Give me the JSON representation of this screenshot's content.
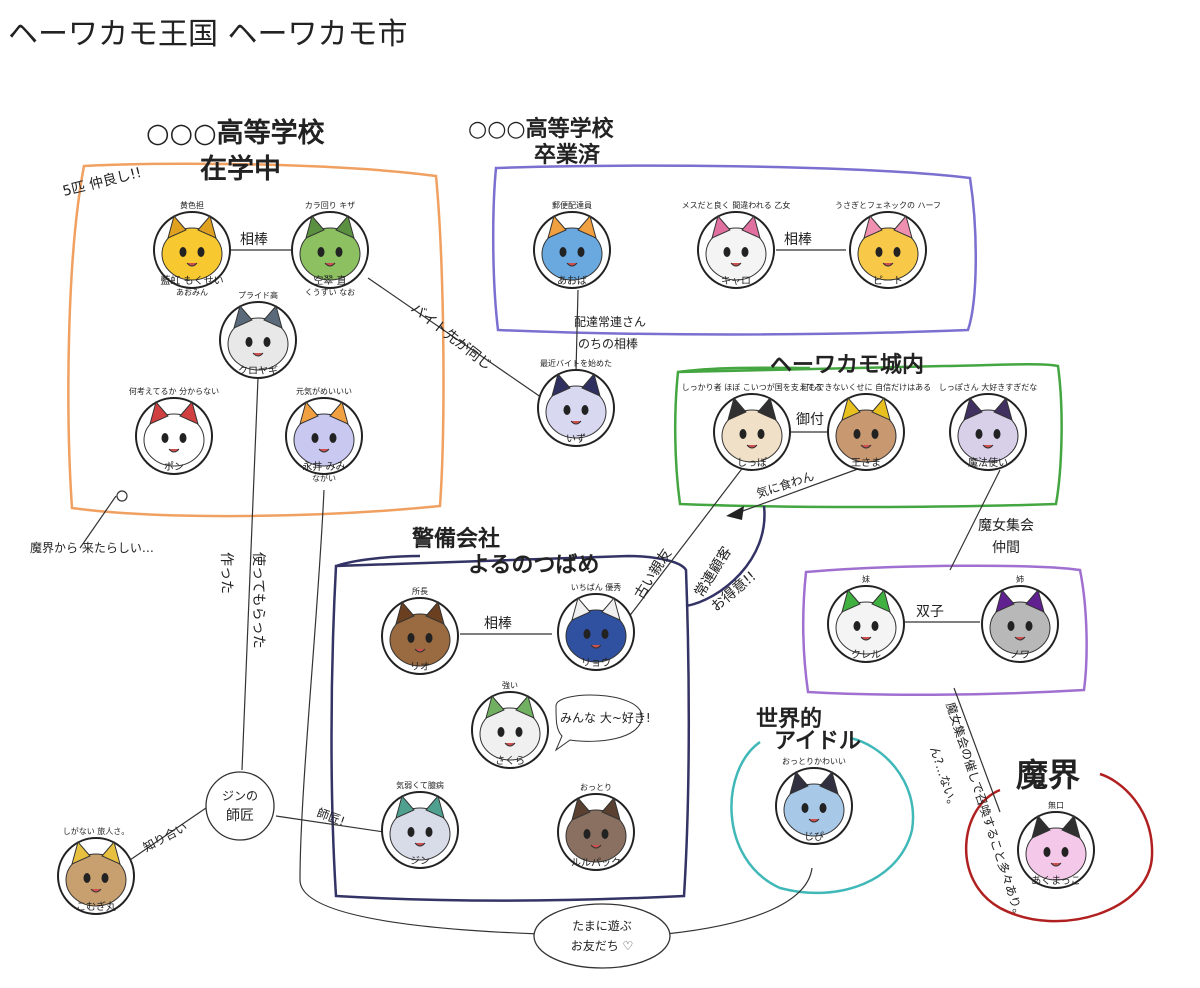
{
  "title": "ヘーワカモ王国 ヘーワカモ市",
  "groups": {
    "highschool_current": {
      "title": "○○○高等学校",
      "subtitle": "在学中",
      "color": "#f0a060"
    },
    "highschool_grad": {
      "title": "○○○高等学校",
      "subtitle": "卒業済",
      "color": "#7b6fd0"
    },
    "castle": {
      "title": "ヘーワカモ城内",
      "color": "#44a640"
    },
    "security": {
      "title": "警備会社",
      "subtitle": "よるのつばめ",
      "color": "#333366"
    },
    "witch": {
      "color": "#a070d0"
    },
    "idol": {
      "title": "世界的",
      "subtitle": "アイドル",
      "color": "#40b8b8"
    },
    "makai": {
      "title": "魔界",
      "color": "#b02020"
    }
  },
  "characters": [
    {
      "id": "aomin",
      "name": "藍虹 もくせい",
      "furigana": "あおみん",
      "note": "黄色担",
      "color": "#f8c830",
      "accent": "#e0a020"
    },
    {
      "id": "nao",
      "name": "空翠 直",
      "furigana": "くうすい なお",
      "note": "カラ回り キザ",
      "color": "#8cc060",
      "accent": "#5a9040"
    },
    {
      "id": "kuroyagi",
      "name": "クロヤギ",
      "note": "プライド高",
      "color": "#e8e8e8",
      "accent": "#5a6a7a"
    },
    {
      "id": "pon",
      "name": "ポン",
      "note": "何考えてるか 分からない",
      "color": "#ffffff",
      "accent": "#d04040"
    },
    {
      "id": "mimi",
      "name": "永井 みみ",
      "furigana": "ながい",
      "note": "元気がめいいい",
      "color": "#c8c8f0",
      "accent": "#f0a040"
    },
    {
      "id": "aoba",
      "name": "あおば",
      "note": "郵便配達員",
      "color": "#6aa8e0",
      "accent": "#f0a040"
    },
    {
      "id": "kyaro",
      "name": "キャロ",
      "note": "メスだと良く 間違われる 乙女",
      "color": "#f4f4f4",
      "accent": "#e070a0"
    },
    {
      "id": "pito",
      "name": "ピート",
      "note": "うさぎとフェネックの ハーフ",
      "color": "#f8c848",
      "accent": "#f090b0"
    },
    {
      "id": "izu",
      "name": "いず",
      "note": "最近バイトを始めた",
      "color": "#d8d8f0",
      "accent": "#303060"
    },
    {
      "id": "shippo",
      "name": "しっぽ",
      "note": "しっかり者 ほぼ こいつが国を支えてる",
      "color": "#f0e0c8",
      "accent": "#303030"
    },
    {
      "id": "king",
      "name": "王さま",
      "note": "何もできないくせに 自信だけはある",
      "color": "#c89870",
      "accent": "#e8c020"
    },
    {
      "id": "mahoutsukai",
      "name": "魔法使い",
      "note": "しっぽさん 大好きすぎだな",
      "color": "#d8d0e8",
      "accent": "#403060"
    },
    {
      "id": "rio",
      "name": "リオ",
      "note": "所長",
      "color": "#9a6a40",
      "accent": "#6a4020"
    },
    {
      "id": "ryo",
      "name": "リョウ",
      "note": "いちばん 優秀",
      "color": "#3050a0",
      "accent": "#f0f0f0"
    },
    {
      "id": "sakura",
      "name": "さくら",
      "note": "強い",
      "color": "#f0f0f0",
      "accent": "#70b060"
    },
    {
      "id": "jin",
      "name": "ジン",
      "note": "気弱くて臆病",
      "color": "#d8dce8",
      "accent": "#50a090"
    },
    {
      "id": "rurupakku",
      "name": "ルルパック",
      "note": "おっとり",
      "color": "#8a7060",
      "accent": "#5a4030"
    },
    {
      "id": "kureru",
      "name": "クレル",
      "note": "妹",
      "color": "#f4f4f4",
      "accent": "#40b040"
    },
    {
      "id": "nowa",
      "name": "ノワ",
      "note": "姉",
      "color": "#b8b8b8",
      "accent": "#602090"
    },
    {
      "id": "jipi",
      "name": "じぴ",
      "note": "おっとりかわいい",
      "color": "#a8c8e8",
      "accent": "#303040"
    },
    {
      "id": "akumakko",
      "name": "あくまっこ",
      "note": "無口",
      "color": "#f4c8e8",
      "accent": "#303030"
    },
    {
      "id": "komugimaru",
      "name": "こむぎ丸",
      "note": "しがない 旅人さ。",
      "color": "#c8a070",
      "accent": "#e8c040"
    }
  ],
  "relations": {
    "aibou1": "相棒",
    "aibou2": "相棒",
    "aibou3": "相棒",
    "baito": "バイト先が同じ",
    "haitatsu": "配達常連さん",
    "nochi": "のちの相棒",
    "gofuku": "御付",
    "kinikuwan": "気に食わん",
    "furui": "古い親友",
    "joren": "常連顧客",
    "okaigi": "お得意!!",
    "majo": "魔女集会",
    "nakama": "仲間",
    "futago": "双子",
    "shokan": "魔女集会の催しで召喚すること多々あり。",
    "nn": "ん?…ない。",
    "tsukutta": "作った",
    "tsukatte": "使ってもらった",
    "shiriai": "知り合い",
    "shisho_rel": "師匠!",
    "yoshi": "5匹 仲良し!!",
    "makai_note": "魔界から 来たらしい…",
    "minna": "みんな 大~好き!",
    "strong": "強い"
  },
  "nodes": {
    "jin_shisho_l1": "ジンの",
    "jin_shisho_l2": "師匠",
    "tomodachi_l1": "たまに遊ぶ",
    "tomodachi_l2": "お友だち ♡"
  }
}
